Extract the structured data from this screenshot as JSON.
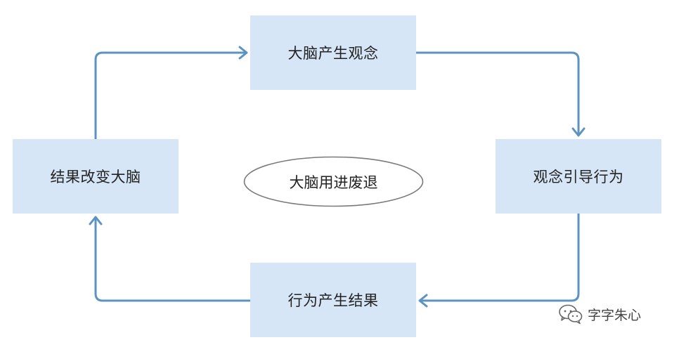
{
  "diagram": {
    "nodes": {
      "top": "大脑产生观念",
      "right": "观念引导行为",
      "bottom": "行为产生结果",
      "left": "结果改变大脑"
    },
    "center": "大脑用进废退",
    "colors": {
      "box_fill": "#d6e6f6",
      "arrow": "#5b93c2",
      "ellipse_stroke": "#7a7a7a"
    }
  },
  "watermark": {
    "icon": "wechat-icon",
    "label": "字字朱心"
  }
}
